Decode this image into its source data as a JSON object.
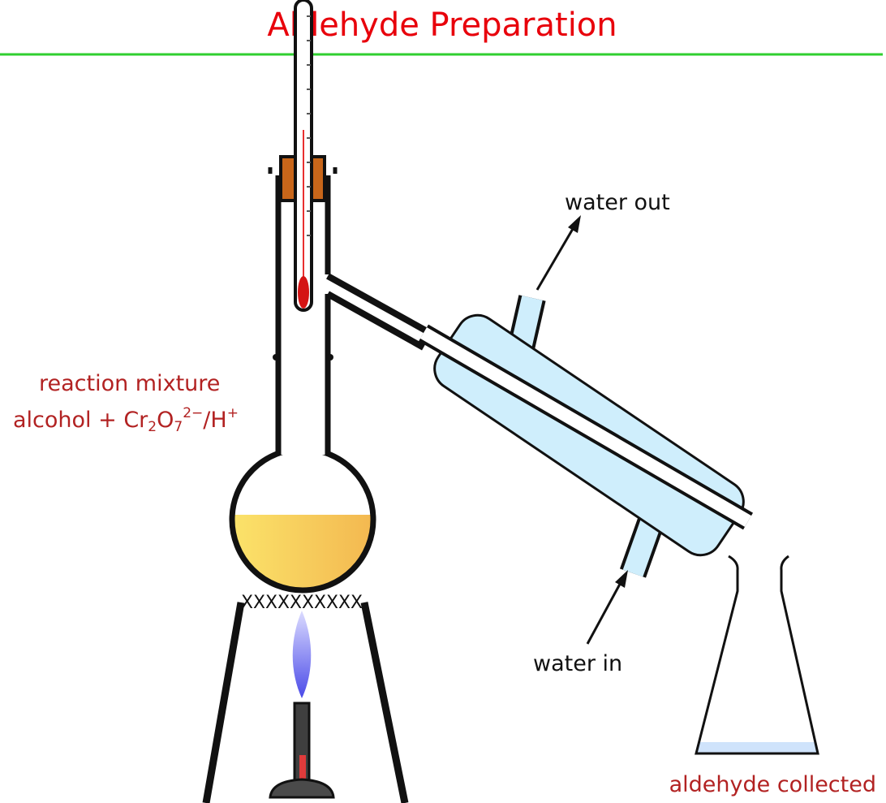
{
  "title": "Aldehyde Preparation",
  "labels": {
    "water_out": "water out",
    "water_in": "water in",
    "reaction_line1": "reaction mixture",
    "reaction_alcohol": "alcohol + Cr",
    "reaction_sub2": "2",
    "reaction_O": "O",
    "reaction_sub7": "7",
    "reaction_charge": "2−",
    "reaction_tail": "/H",
    "reaction_plus": "+",
    "collected": "aldehyde collected",
    "gauze": "XXXXXXXXXX"
  },
  "colors": {
    "title": "#e8000b",
    "divider": "#2fcf2f",
    "label_red": "#b22222",
    "condenser_water": "#cfeefc",
    "mixture_yellow": "#f7cf4f",
    "stopper": "#c8661a",
    "flame": "#6f6ff2"
  },
  "icons": {
    "thermometer": "thermometer-icon",
    "bunsen_burner": "bunsen-burner-icon",
    "flask": "round-bottom-flask-icon",
    "condenser": "liebig-condenser-icon",
    "receiver": "conical-flask-icon"
  }
}
